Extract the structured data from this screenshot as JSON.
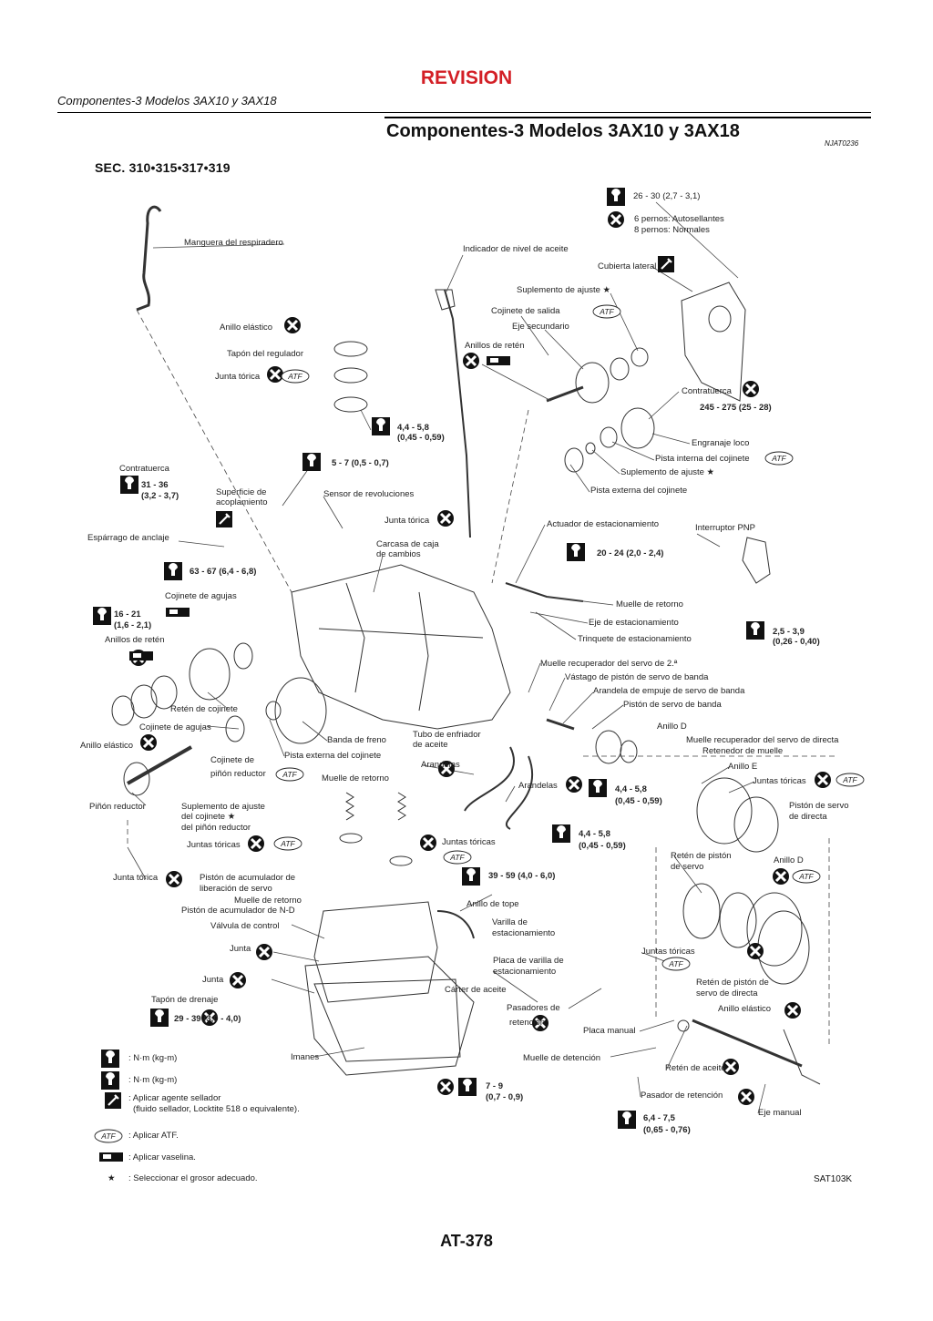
{
  "page": {
    "revision": "REVISION",
    "running_header": "Componentes-3 Modelos 3AX10 y 3AX18",
    "title": "Componentes-3 Modelos 3AX10 y 3AX18",
    "ref_code": "NJAT0236",
    "section": "SEC. 310•315•317•319",
    "figure_code": "SAT103K",
    "page_number": "AT-378"
  },
  "labels": [
    {
      "id": "l1",
      "text": "26 - 30 (2,7 - 3,1)",
      "bold": false
    },
    {
      "id": "l2",
      "text": "6 pernos: Autosellantes",
      "bold": false
    },
    {
      "id": "l3",
      "text": "8 pernos: Normales",
      "bold": false
    },
    {
      "id": "l4",
      "text": "Manguera del respiradero",
      "bold": false
    },
    {
      "id": "l5",
      "text": "Indicador de nivel de aceite",
      "bold": false
    },
    {
      "id": "l6",
      "text": "Cubierta lateral",
      "bold": false
    },
    {
      "id": "l7",
      "text": "Suplemento de ajuste ★",
      "bold": false
    },
    {
      "id": "l8",
      "text": "Cojinete de salida",
      "bold": false
    },
    {
      "id": "l9",
      "text": "Eje secundario",
      "bold": false
    },
    {
      "id": "l10",
      "text": "Anillo elástico",
      "bold": false
    },
    {
      "id": "l11",
      "text": "Anillos de retén",
      "bold": false
    },
    {
      "id": "l12",
      "text": "Tapón del regulador",
      "bold": false
    },
    {
      "id": "l13",
      "text": "Junta tórica",
      "bold": false
    },
    {
      "id": "l14",
      "text": "Contratuerca",
      "bold": false
    },
    {
      "id": "l15",
      "text": "245 - 275 (25 - 28)",
      "bold": true
    },
    {
      "id": "l16",
      "text": "4,4 - 5,8",
      "bold": true
    },
    {
      "id": "l17",
      "text": "(0,45 - 0,59)",
      "bold": true
    },
    {
      "id": "l18",
      "text": "Engranaje loco",
      "bold": false
    },
    {
      "id": "l19",
      "text": "Pista interna del cojinete",
      "bold": false
    },
    {
      "id": "l20",
      "text": "Suplemento de ajuste ★",
      "bold": false
    },
    {
      "id": "l21",
      "text": "5 - 7 (0,5 - 0,7)",
      "bold": true
    },
    {
      "id": "l22",
      "text": "Contratuerca",
      "bold": false
    },
    {
      "id": "l23",
      "text": "31 - 36",
      "bold": true
    },
    {
      "id": "l24",
      "text": "(3,2 - 3,7)",
      "bold": true
    },
    {
      "id": "l25",
      "text": "Superficie de",
      "bold": false
    },
    {
      "id": "l26",
      "text": "acoplamiento",
      "bold": false
    },
    {
      "id": "l27",
      "text": "Sensor de revoluciones",
      "bold": false
    },
    {
      "id": "l28",
      "text": "Pista externa del cojinete",
      "bold": false
    },
    {
      "id": "l29",
      "text": "Junta tórica",
      "bold": false
    },
    {
      "id": "l30",
      "text": "Actuador de estacionamiento",
      "bold": false
    },
    {
      "id": "l31",
      "text": "Interruptor PNP",
      "bold": false
    },
    {
      "id": "l32",
      "text": "Espárrago de anclaje",
      "bold": false
    },
    {
      "id": "l33",
      "text": "Carcasa de caja",
      "bold": false
    },
    {
      "id": "l34",
      "text": "de cambios",
      "bold": false
    },
    {
      "id": "l35",
      "text": "20 - 24 (2,0 - 2,4)",
      "bold": true
    },
    {
      "id": "l36",
      "text": "63 - 67 (6,4 - 6,8)",
      "bold": true
    },
    {
      "id": "l37",
      "text": "Cojinete de agujas",
      "bold": false
    },
    {
      "id": "l38",
      "text": "Muelle de retorno",
      "bold": false
    },
    {
      "id": "l39",
      "text": "16 - 21",
      "bold": true
    },
    {
      "id": "l40",
      "text": "(1,6 - 2,1)",
      "bold": true
    },
    {
      "id": "l41",
      "text": "Eje de estacionamiento",
      "bold": false
    },
    {
      "id": "l42",
      "text": "2,5 - 3,9",
      "bold": true
    },
    {
      "id": "l43",
      "text": "(0,26 - 0,40)",
      "bold": true
    },
    {
      "id": "l44",
      "text": "Anillos de retén",
      "bold": false
    },
    {
      "id": "l45",
      "text": "Trinquete de estacionamiento",
      "bold": false
    },
    {
      "id": "l46",
      "text": "Muelle recuperador del servo de 2.ª",
      "bold": false
    },
    {
      "id": "l47",
      "text": "Vástago de pistón de servo de banda",
      "bold": false
    },
    {
      "id": "l48",
      "text": "Arandela de empuje de servo de banda",
      "bold": false
    },
    {
      "id": "l49",
      "text": "Pistón de servo de banda",
      "bold": false
    },
    {
      "id": "l50",
      "text": "Retén de cojinete",
      "bold": false
    },
    {
      "id": "l51",
      "text": "Anillo D",
      "bold": false
    },
    {
      "id": "l52",
      "text": "Cojinete de agujas",
      "bold": false
    },
    {
      "id": "l53",
      "text": "Banda de freno",
      "bold": false
    },
    {
      "id": "l54",
      "text": "Tubo de enfriador",
      "bold": false
    },
    {
      "id": "l55",
      "text": "de aceite",
      "bold": false
    },
    {
      "id": "l56",
      "text": "Muelle recuperador del servo de directa",
      "bold": false
    },
    {
      "id": "l57",
      "text": "Retenedor de muelle",
      "bold": false
    },
    {
      "id": "l58",
      "text": "Anillo elástico",
      "bold": false
    },
    {
      "id": "l59",
      "text": "Cojinete de",
      "bold": false
    },
    {
      "id": "l60",
      "text": "piñón reductor",
      "bold": false
    },
    {
      "id": "l61",
      "text": "Pista externa del cojinete",
      "bold": false
    },
    {
      "id": "l62",
      "text": "Arandelas",
      "bold": false
    },
    {
      "id": "l63",
      "text": "Anillo E",
      "bold": false
    },
    {
      "id": "l64",
      "text": "Muelle de retorno",
      "bold": false
    },
    {
      "id": "l65",
      "text": "Juntas tóricas",
      "bold": false
    },
    {
      "id": "l66",
      "text": "Arandelas",
      "bold": false
    },
    {
      "id": "l67",
      "text": "4,4 - 5,8",
      "bold": true
    },
    {
      "id": "l68",
      "text": "(0,45 - 0,59)",
      "bold": true
    },
    {
      "id": "l69",
      "text": "Piñón reductor",
      "bold": false
    },
    {
      "id": "l70",
      "text": "Suplemento de ajuste",
      "bold": false
    },
    {
      "id": "l71",
      "text": "del cojinete ★",
      "bold": false
    },
    {
      "id": "l72",
      "text": "del piñón reductor",
      "bold": false
    },
    {
      "id": "l73",
      "text": "Pistón de servo",
      "bold": false
    },
    {
      "id": "l74",
      "text": "de directa",
      "bold": false
    },
    {
      "id": "l75",
      "text": "4,4 - 5,8",
      "bold": true
    },
    {
      "id": "l76",
      "text": "(0,45 - 0,59)",
      "bold": true
    },
    {
      "id": "l77",
      "text": "Juntas tóricas",
      "bold": false
    },
    {
      "id": "l78",
      "text": "Juntas tóricas",
      "bold": false
    },
    {
      "id": "l79",
      "text": "Retén de pistón",
      "bold": false
    },
    {
      "id": "l80",
      "text": "de servo",
      "bold": false
    },
    {
      "id": "l81",
      "text": "Anillo D",
      "bold": false
    },
    {
      "id": "l82",
      "text": "Junta tórica",
      "bold": false
    },
    {
      "id": "l83",
      "text": "Pistón de acumulador de",
      "bold": false
    },
    {
      "id": "l84",
      "text": "liberación de servo",
      "bold": false
    },
    {
      "id": "l85",
      "text": "39 - 59 (4,0 - 6,0)",
      "bold": true
    },
    {
      "id": "l86",
      "text": "Muelle de retorno",
      "bold": false
    },
    {
      "id": "l87",
      "text": "Pistón de acumulador de N-D",
      "bold": false
    },
    {
      "id": "l88",
      "text": "Anillo de tope",
      "bold": false
    },
    {
      "id": "l89",
      "text": "Válvula de control",
      "bold": false
    },
    {
      "id": "l90",
      "text": "Varilla de",
      "bold": false
    },
    {
      "id": "l91",
      "text": "estacionamiento",
      "bold": false
    },
    {
      "id": "l92",
      "text": "Juntas tóricas",
      "bold": false
    },
    {
      "id": "l93",
      "text": "Junta",
      "bold": false
    },
    {
      "id": "l94",
      "text": "Placa de varilla de",
      "bold": false
    },
    {
      "id": "l95",
      "text": "estacionamiento",
      "bold": false
    },
    {
      "id": "l96",
      "text": "Retén de pistón de",
      "bold": false
    },
    {
      "id": "l97",
      "text": "servo de directa",
      "bold": false
    },
    {
      "id": "l98",
      "text": "Junta",
      "bold": false
    },
    {
      "id": "l99",
      "text": "Cárter de aceite",
      "bold": false
    },
    {
      "id": "l100",
      "text": "Tapón de drenaje",
      "bold": false
    },
    {
      "id": "l101",
      "text": "Anillo elástico",
      "bold": false
    },
    {
      "id": "l102",
      "text": "Pasadores de",
      "bold": false
    },
    {
      "id": "l103",
      "text": "retención",
      "bold": false
    },
    {
      "id": "l104",
      "text": "29 - 39 (3,0 - 4,0)",
      "bold": true
    },
    {
      "id": "l105",
      "text": "Placa manual",
      "bold": false
    },
    {
      "id": "l106",
      "text": "Muelle de detención",
      "bold": false
    },
    {
      "id": "l107",
      "text": "Imanes",
      "bold": false
    },
    {
      "id": "l108",
      "text": "Retén de aceite",
      "bold": false
    },
    {
      "id": "l109",
      "text": "7 - 9",
      "bold": true
    },
    {
      "id": "l110",
      "text": "(0,7 - 0,9)",
      "bold": true
    },
    {
      "id": "l111",
      "text": "Pasador de retención",
      "bold": false
    },
    {
      "id": "l112",
      "text": "Eje manual",
      "bold": false
    },
    {
      "id": "l113",
      "text": "6,4 - 7,5",
      "bold": true
    },
    {
      "id": "l114",
      "text": "(0,65 - 0,76)",
      "bold": true
    }
  ],
  "legend": [
    {
      "symbol": "torque-wrench-icon",
      "text": ": N·m (kg-m)"
    },
    {
      "symbol": "torque-wrench-icon",
      "text": ": N·m (kg-m)"
    },
    {
      "symbol": "sealant-icon",
      "text": ": Aplicar agente sellador"
    },
    {
      "symbol": "",
      "text": "(fluido sellador, Locktite 518 o equivalente)."
    },
    {
      "symbol": "atf-icon",
      "text": ": Aplicar ATF."
    },
    {
      "symbol": "grease-icon",
      "text": ": Aplicar vaselina."
    },
    {
      "symbol": "star-icon",
      "text": ": Seleccionar el grosor adecuado."
    }
  ],
  "atf_text": "ATF",
  "colors": {
    "revision": "#d31f26",
    "ink": "#222222"
  }
}
